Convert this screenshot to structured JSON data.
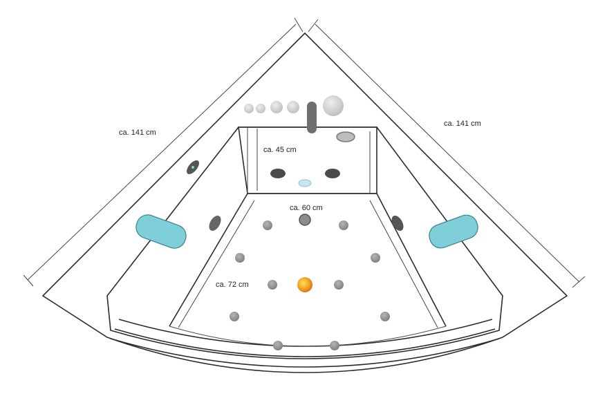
{
  "dimensions": {
    "left_side": "ca. 141 cm",
    "right_side": "ca. 141 cm",
    "depth": "ca. 45 cm",
    "inner_width": "ca. 60 cm",
    "inner_length": "ca. 72 cm"
  },
  "colors": {
    "headrest": "#7fcfd9",
    "headrest_stroke": "#3a7f88",
    "jet": "#8c8c8c",
    "jet_dark": "#4a4a4a",
    "light_center": "#f0a020",
    "light_glow": "#f7d04a",
    "drain": "#c9e6ee",
    "control": "#cfcfcf",
    "outline": "#2b2b2b"
  },
  "icons": {
    "headrest": "headrest-pillow-icon",
    "jet": "massage-jet-icon",
    "light": "led-light-icon",
    "drain": "drain-icon",
    "faucet": "faucet-icon",
    "control": "control-knob-icon"
  }
}
